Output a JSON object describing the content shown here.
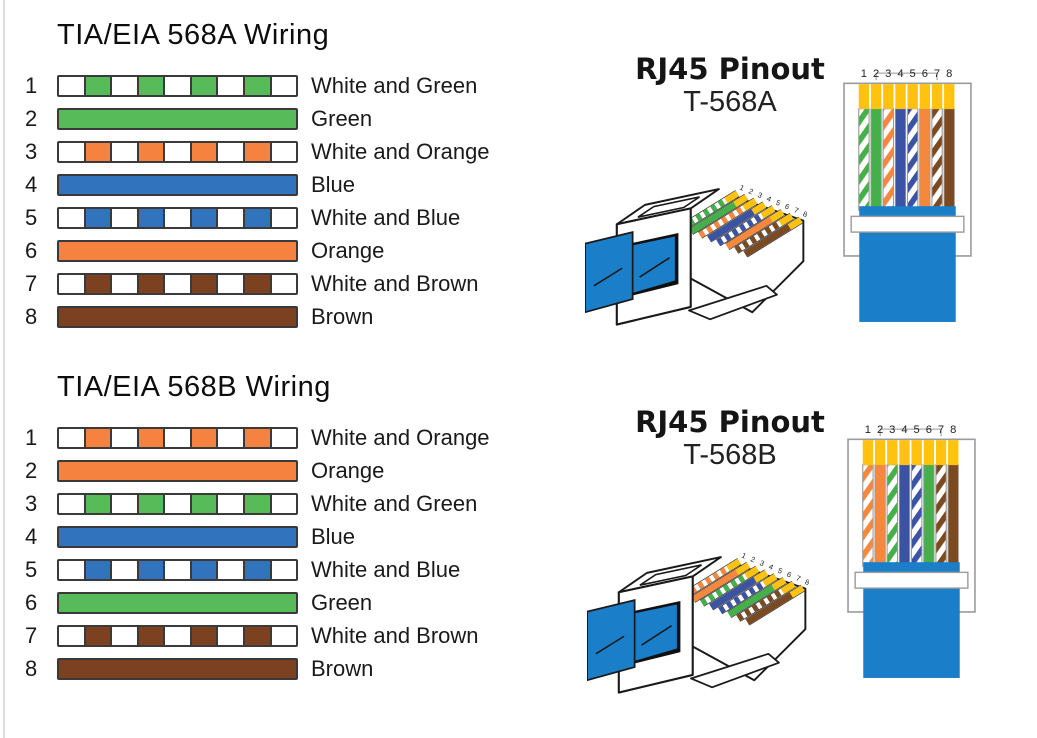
{
  "palette": {
    "bar_green": "#57BB59",
    "bar_orange": "#F5823E",
    "bar_blue": "#3273BE",
    "bar_brown": "#7C4121",
    "bar_border": "#3A3A3A",
    "pin_yellow": "#FFC20E",
    "wire_green": "#45B049",
    "wire_orange": "#F6883D",
    "wire_blue": "#3A53A4",
    "wire_brown": "#7B4A21",
    "cable_blue": "#1B7EC8",
    "outline_dark": "#1A1A1A",
    "body_border": "#9C9C9C",
    "text_dark": "#111111"
  },
  "sections": [
    {
      "id": "568a",
      "wiring_title": "TIA/EIA 568A Wiring",
      "pinout_title": "RJ45 Pinout",
      "pinout_subtitle": "T-568A",
      "wires": [
        {
          "pin": "1",
          "label": "White and Green",
          "type": "striped",
          "color": "green"
        },
        {
          "pin": "2",
          "label": "Green",
          "type": "solid",
          "color": "green"
        },
        {
          "pin": "3",
          "label": "White and Orange",
          "type": "striped",
          "color": "orange"
        },
        {
          "pin": "4",
          "label": "Blue",
          "type": "solid",
          "color": "blue"
        },
        {
          "pin": "5",
          "label": "White and Blue",
          "type": "striped",
          "color": "blue"
        },
        {
          "pin": "6",
          "label": "Orange",
          "type": "solid",
          "color": "orange"
        },
        {
          "pin": "7",
          "label": "White and Brown",
          "type": "striped",
          "color": "brown"
        },
        {
          "pin": "8",
          "label": "Brown",
          "type": "solid",
          "color": "brown"
        }
      ]
    },
    {
      "id": "568b",
      "wiring_title": "TIA/EIA 568B Wiring",
      "pinout_title": "RJ45 Pinout",
      "pinout_subtitle": "T-568B",
      "wires": [
        {
          "pin": "1",
          "label": "White and Orange",
          "type": "striped",
          "color": "orange"
        },
        {
          "pin": "2",
          "label": "Orange",
          "type": "solid",
          "color": "orange"
        },
        {
          "pin": "3",
          "label": "White and Green",
          "type": "striped",
          "color": "green"
        },
        {
          "pin": "4",
          "label": "Blue",
          "type": "solid",
          "color": "blue"
        },
        {
          "pin": "5",
          "label": "White and Blue",
          "type": "striped",
          "color": "blue"
        },
        {
          "pin": "6",
          "label": "Green",
          "type": "solid",
          "color": "green"
        },
        {
          "pin": "7",
          "label": "White and Brown",
          "type": "striped",
          "color": "brown"
        },
        {
          "pin": "8",
          "label": "Brown",
          "type": "solid",
          "color": "brown"
        }
      ]
    }
  ]
}
